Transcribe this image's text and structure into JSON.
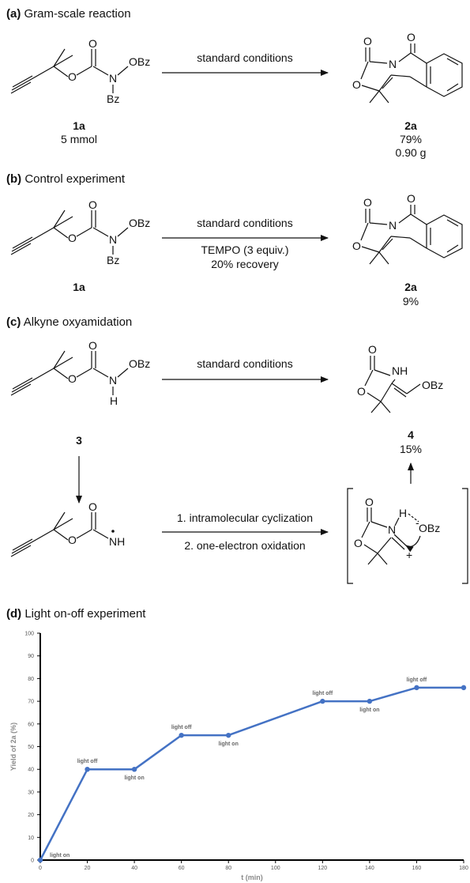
{
  "sections": {
    "a": {
      "letter": "(a)",
      "title": "Gram-scale reaction"
    },
    "b": {
      "letter": "(b)",
      "title": "Control experiment"
    },
    "c": {
      "letter": "(c)",
      "title": "Alkyne oxyamidation"
    },
    "d": {
      "letter": "(d)",
      "title": "Light on-off experiment"
    }
  },
  "atoms": {
    "O": "O",
    "N": "N",
    "H": "H",
    "NH": "NH",
    "OBz": "OBz",
    "Bz": "Bz",
    "minus": "-",
    "plus": "+"
  },
  "panel_a": {
    "condition": "standard conditions",
    "reactant_id": "1a",
    "reactant_amount": "5 mmol",
    "product_id": "2a",
    "product_yield": "79%",
    "product_mass": "0.90 g"
  },
  "panel_b": {
    "condition": "standard conditions",
    "additive": "TEMPO (3 equiv.)",
    "recovery": "20% recovery",
    "reactant_id": "1a",
    "product_id": "2a",
    "product_yield": "9%"
  },
  "panel_c": {
    "condition": "standard conditions",
    "reactant_id": "3",
    "product_id": "4",
    "product_yield": "15%",
    "step1": "1. intramolecular cyclization",
    "step2": "2. one-electron oxidation"
  },
  "colors": {
    "line": "#4472C4",
    "axis": "#000000",
    "tick_label": "#555555",
    "axis_title": "#8a8a8a"
  },
  "chart_data": {
    "type": "line",
    "xlabel": "t (min)",
    "ylabel": "Yield of 2a (%)",
    "xlim": [
      0,
      180
    ],
    "ylim": [
      0,
      100
    ],
    "xticks": [
      0,
      20,
      40,
      60,
      80,
      100,
      120,
      140,
      160,
      180
    ],
    "yticks": [
      0,
      10,
      20,
      30,
      40,
      50,
      60,
      70,
      80,
      90,
      100
    ],
    "grid": false,
    "series": [
      {
        "x": [
          0,
          20,
          40,
          60,
          80,
          120,
          140,
          160,
          180
        ],
        "y": [
          0,
          40,
          40,
          55,
          55,
          70,
          70,
          76,
          76
        ]
      }
    ],
    "annotations": [
      {
        "x": 0,
        "y": 0,
        "text": "light on"
      },
      {
        "x": 20,
        "y": 40,
        "text": "light off"
      },
      {
        "x": 40,
        "y": 40,
        "text": "light on"
      },
      {
        "x": 60,
        "y": 55,
        "text": "light off"
      },
      {
        "x": 80,
        "y": 55,
        "text": "light on"
      },
      {
        "x": 120,
        "y": 70,
        "text": "light off"
      },
      {
        "x": 140,
        "y": 70,
        "text": "light on"
      },
      {
        "x": 160,
        "y": 76,
        "text": "light off"
      }
    ]
  }
}
